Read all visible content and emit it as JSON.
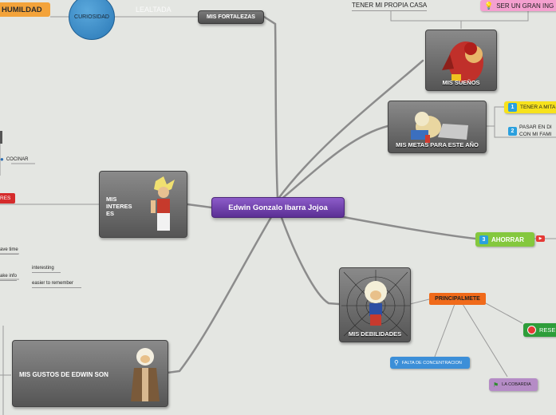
{
  "center": {
    "label": "Edwin Gonzalo Ibarra Jojoa"
  },
  "top": {
    "humildad": "HUMILDAD",
    "curiosidad": "CURIOSIDAD",
    "lealtada": "LEALTADA",
    "fortalezas": "MIS FORTALEZAS"
  },
  "suenos": {
    "label": "MIS SUEÑOS",
    "items": [
      "TENER MI PROPIA CASA",
      "SER UN GRAN ING"
    ]
  },
  "metas": {
    "label": "MIS METAS PARA ESTE AÑO",
    "items": [
      {
        "num": "1",
        "text": "TENER A MITA"
      },
      {
        "num": "2",
        "text_line1": "PASAR EN DI",
        "text_line2": "CON MI FAMI"
      },
      {
        "num": "3",
        "text": "AHORRAR"
      }
    ]
  },
  "intereses": {
    "label_lines": [
      "MIS",
      "INTERES",
      "ES"
    ],
    "cocinar": "COCINAR",
    "res": "RES"
  },
  "left_notes": {
    "save_time": "ave time",
    "make_info": "ake info",
    "interesting": "interesting",
    "easier": "easier to remember"
  },
  "gustos": {
    "label": "MIS GUSTOS DE EDWIN SON"
  },
  "debilidades": {
    "label": "MIS DEBILIDADES",
    "principal": "PRINCIPALMETE",
    "falta": "FALTA DE CONCENTRACION",
    "cobardia": "LA COBARDIA",
    "rese": "RESE"
  }
}
